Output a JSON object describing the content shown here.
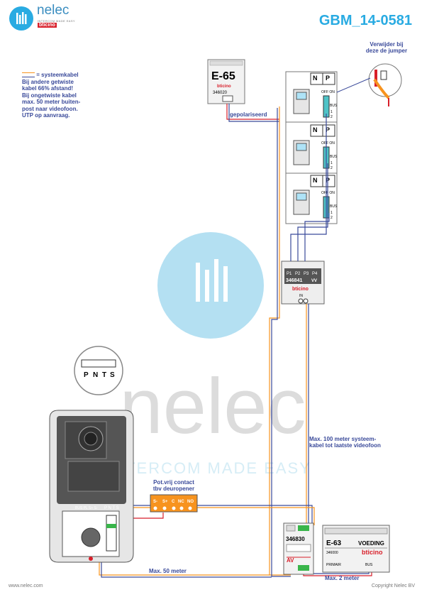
{
  "header": {
    "brand_name": "nelec",
    "brand_tagline": "INTERCOM MADE EASY",
    "brand_sub": "bticino",
    "doc_id": "GBM_14-0581"
  },
  "note": {
    "title": "= systeemkabel",
    "lines": [
      "Bij andere getwiste",
      "kabel 66% afstand!",
      "Bij ongetwiste kabel",
      "max. 50 meter buiten-",
      "post naar videofoon.",
      "UTP op aanvraag."
    ]
  },
  "watermark": {
    "word": "nelec",
    "slogan": "INTERCOM MADE EASY"
  },
  "power_supply_top": {
    "model": "E-65",
    "brand": "bticino",
    "code": "346020"
  },
  "labels": {
    "polarized": "gepolariseerd",
    "jumper_1": "Verwijder bij",
    "jumper_2": "deze de jumper",
    "max100_1": "Max. 100 meter systeem-",
    "max100_2": "kabel tot laatste videofoon",
    "max50": "Max. 50 meter",
    "max2": "Max. 2 meter",
    "contact_1": "Pot.vrij contact",
    "contact_2": "tbv deuropener"
  },
  "videophones": {
    "terminal_n": "N",
    "terminal_p": "P",
    "switch_label": "OFF ON",
    "bus_label": "BUS",
    "bus_1": "1",
    "bus_2": "2"
  },
  "distributor": {
    "ports": [
      "P1",
      "P2",
      "P3",
      "P4"
    ],
    "code": "346841",
    "suffix": "VV",
    "brand": "bticino",
    "in_label": "IN"
  },
  "controller": {
    "code": "346830",
    "av": "AV"
  },
  "power_supply_main": {
    "model": "E-63",
    "title": "VOEDING",
    "code": "346000",
    "brand": "bticino",
    "primair": "PRIMAIR",
    "bus": "BUS"
  },
  "outdoor_station": {
    "magnifier": [
      "P",
      "N",
      "T",
      "S"
    ],
    "bottom_terminals": "BUS PL S+ S-",
    "pnts": "P N T S"
  },
  "relay": {
    "terminals": [
      "S-",
      "S+",
      "C",
      "NC",
      "NO"
    ]
  },
  "footer": {
    "left": "www.nelec.com",
    "right": "Copyright Nelec BV"
  },
  "colors": {
    "brand_blue": "#29abe2",
    "label_blue": "#3a4a9a",
    "cable_red": "#d81f2a",
    "cable_blue": "#3a4a9a",
    "relay_orange": "#f7931e",
    "terminal_green": "#39b54a",
    "terminal_cyan": "#4fc3c7"
  }
}
